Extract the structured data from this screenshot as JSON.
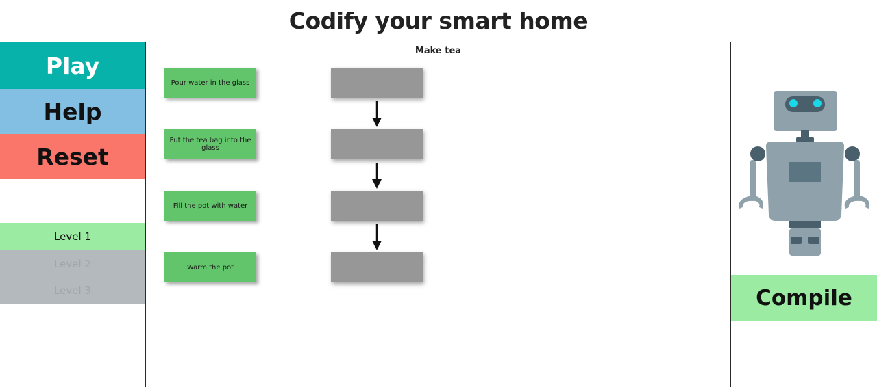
{
  "header": {
    "title": "Codify your smart home"
  },
  "menu": {
    "play": "Play",
    "help": "Help",
    "reset": "Reset"
  },
  "levels": [
    {
      "label": "Level 1",
      "state": "active"
    },
    {
      "label": "Level 2",
      "state": "locked"
    },
    {
      "label": "Level 3",
      "state": "locked"
    }
  ],
  "canvas": {
    "title": "Make tea",
    "cards": [
      "Pour water in the glass",
      "Put the tea bag into the glass",
      "Fill the pot with water",
      "Warm the pot"
    ],
    "slot_count": 4
  },
  "compile": {
    "label": "Compile"
  },
  "colors": {
    "play": "#06b2a9",
    "help": "#82bfe2",
    "reset": "#fa766b",
    "level_active": "#9ceba2",
    "level_locked": "#b3b9bc",
    "card": "#62c56b",
    "slot": "#979797",
    "compile": "#9ceba2"
  },
  "icons": {
    "robot": "robot-icon",
    "arrow": "arrow-down-icon"
  }
}
